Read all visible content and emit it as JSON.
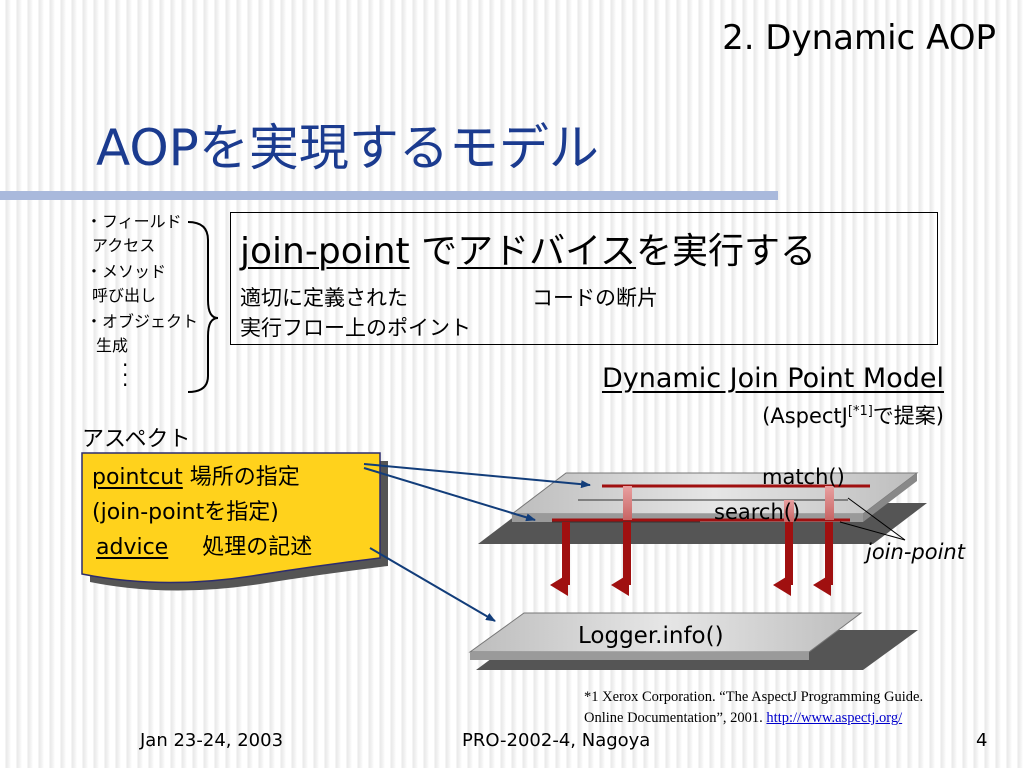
{
  "header": {
    "section": "2. Dynamic AOP",
    "title": "AOPを実現するモデル"
  },
  "join_point_kinds": {
    "items": [
      "・フィールド",
      "アクセス",
      "・メソッド",
      "呼び出し",
      "・オブジェクト",
      "生成"
    ],
    "ellipsis": "…"
  },
  "definition": {
    "term": "join-point",
    "de": " で",
    "advice_word": "アドバイス",
    "rest": "を実行する",
    "line2a": "適切に定義された",
    "line2b": "コードの断片",
    "line3": "実行フロー上のポイント"
  },
  "model": {
    "name": "Dynamic Join Point Model",
    "origin_pre": "(AspectJ",
    "origin_ref": "[*1]",
    "origin_post": "で提案)"
  },
  "aspect": {
    "label": "アスペクト",
    "pointcut": "pointcut",
    "pointcut_desc": " 場所の指定",
    "pointcut_note": "(join-pointを指定)",
    "advice": "advice",
    "advice_desc": "処理の記述"
  },
  "diagram": {
    "match": "match()",
    "search": "search()",
    "join_point": "join-point",
    "logger": "Logger.info()",
    "colors": {
      "arrow_red": "#a01010",
      "aspect_fill": "#ffd21c",
      "arrow_blue": "#123d7a"
    }
  },
  "footnote": {
    "line1": "*1 Xerox Corporation. “The AspectJ Programming Guide.",
    "line2_pre": "Online Documentation”, 2001. ",
    "link": "http://www.aspectj.org/"
  },
  "footer": {
    "date": "Jan 23-24, 2003",
    "conference": "PRO-2002-4, Nagoya",
    "page": "4"
  }
}
